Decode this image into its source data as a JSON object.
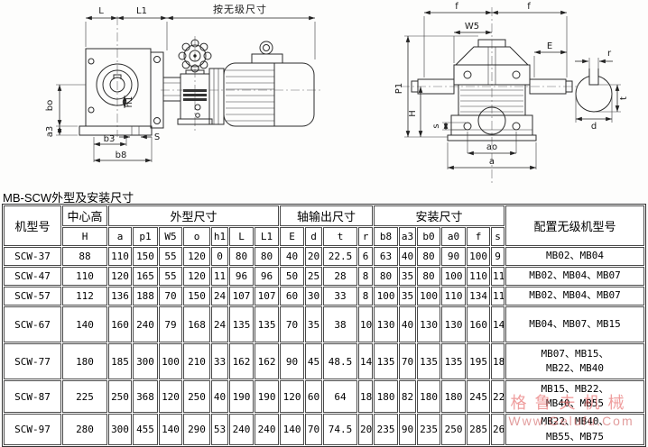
{
  "page": {
    "table_title": "MB-SCW外型及安装尺寸"
  },
  "drawings": {
    "left": {
      "labels": {
        "L": "L",
        "L1": "L1",
        "stepless": "按无级尺寸",
        "bo": "bo",
        "a3": "a3",
        "h1": "h1",
        "b3": "b3",
        "b8": "b8",
        "S": "S"
      }
    },
    "right": {
      "labels": {
        "f_left": "f",
        "f_right": "f",
        "W5": "W5",
        "E": "E",
        "P1": "P1",
        "H": "H",
        "s": "s",
        "ao": "ao",
        "a": "a",
        "r": "r",
        "t": "t",
        "d": "d"
      }
    }
  },
  "table": {
    "header": {
      "model": "机型号",
      "center_height": "中心高",
      "center_height_sym": "H",
      "outline": "外型尺寸",
      "outline_cols": [
        "a",
        "p1",
        "W5",
        "o",
        "h1",
        "L",
        "L1"
      ],
      "shaft": "轴输出尺寸",
      "shaft_cols": [
        "E",
        "d",
        "t",
        "r"
      ],
      "mount": "安装尺寸",
      "mount_cols": [
        "b8",
        "a3",
        "b0",
        "a0",
        "f",
        "s"
      ],
      "config": "配置无级机型号"
    },
    "rows": [
      {
        "cells": [
          "SCW-37",
          "88",
          "110",
          "150",
          "55",
          "120",
          "0",
          "80",
          "80",
          "40",
          "20",
          "22.5",
          "6",
          "63",
          "40",
          "80",
          "90",
          "100",
          "9",
          "MB02、MB04"
        ]
      },
      {
        "cells": [
          "SCW-47",
          "110",
          "120",
          "165",
          "55",
          "120",
          "11",
          "96",
          "96",
          "50",
          "25",
          "28",
          "8",
          "80",
          "35",
          "80",
          "100",
          "110",
          "11",
          "MB02、MB04、MB07"
        ]
      },
      {
        "cells": [
          "SCW-57",
          "112",
          "136",
          "188",
          "70",
          "150",
          "24",
          "107",
          "107",
          "60",
          "30",
          "33",
          "8",
          "100",
          "35",
          "100",
          "110",
          "134",
          "11",
          "MB02、MB04、MB07"
        ]
      },
      {
        "cells": [
          "SCW-67",
          "140",
          "160",
          "240",
          "79",
          "168",
          "24",
          "135",
          "135",
          "70",
          "35",
          "38",
          "10",
          "130",
          "40",
          "130",
          "130",
          "160",
          "14",
          "MB04、MB07、MB15"
        ]
      },
      {
        "cells": [
          "SCW-77",
          "180",
          "185",
          "300",
          "100",
          "210",
          "33",
          "162",
          "162",
          "90",
          "45",
          "48.5",
          "14",
          "135",
          "70",
          "135",
          "135",
          "195",
          "18",
          "MB07、MB15、\nMB22、MB40"
        ]
      },
      {
        "cells": [
          "SCW-87",
          "225",
          "250",
          "368",
          "120",
          "250",
          "40",
          "190",
          "190",
          "120",
          "60",
          "64",
          "18",
          "180",
          "82",
          "180",
          "180",
          "245",
          "22",
          "MB15、MB22、\nMB40、MB55"
        ]
      },
      {
        "cells": [
          "SCW-97",
          "280",
          "300",
          "455",
          "140",
          "290",
          "53",
          "240",
          "240",
          "140",
          "70",
          "74.5",
          "20",
          "235",
          "90",
          "235",
          "250",
          "285",
          "26",
          "MB22、MB40、\nMB55、MB75"
        ]
      }
    ]
  },
  "watermark": {
    "line1": "格鲁夫机械",
    "line2": "Www.Gelufu.Com"
  }
}
